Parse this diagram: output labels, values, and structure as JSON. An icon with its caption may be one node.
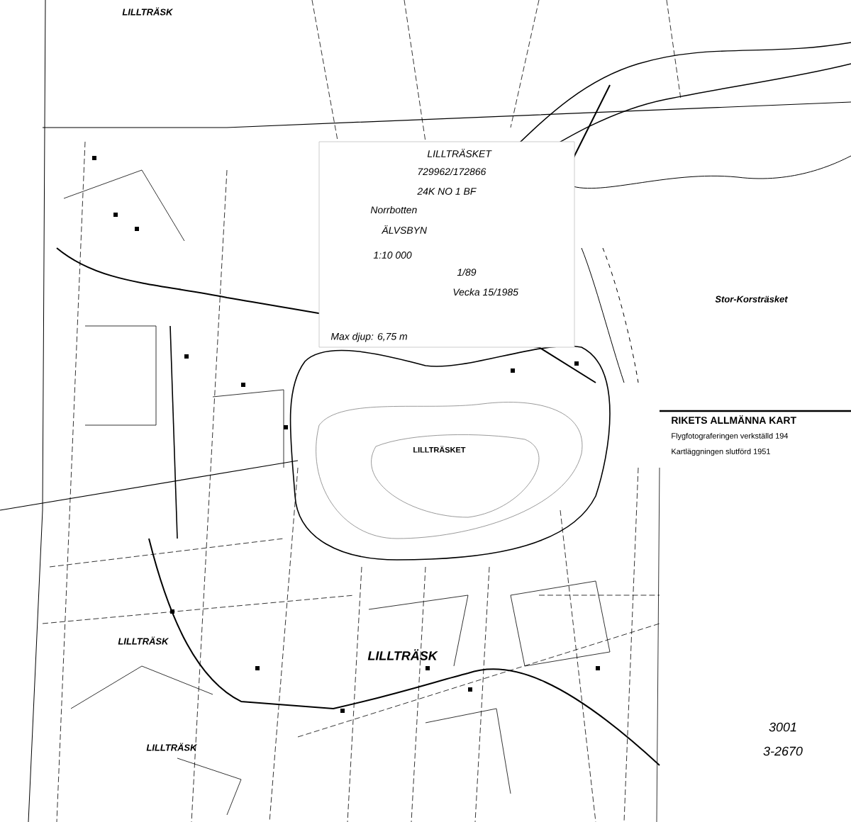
{
  "diagram": {
    "labels": [
      "LILLTRÄSK",
      "LILLTRÄSKET",
      "729962/172866",
      "24K NO 1 BF",
      "Norrbotten",
      "ÄLVSBYN",
      "1:10 000",
      "1/89",
      "Vecka 15/1985",
      "Max djup: 6,75 m",
      "Stor-Korsträsket",
      "RIKETS ALLMÄNNA KART",
      "Flygfotograferingen verkställd 194",
      "Kartläggningen slutförd 1951",
      "LILLTRÄSKET",
      "LILLTRÄSK",
      "LILLTRÄSK",
      "LILLTRÄSK",
      "3001",
      "3-2670"
    ]
  }
}
